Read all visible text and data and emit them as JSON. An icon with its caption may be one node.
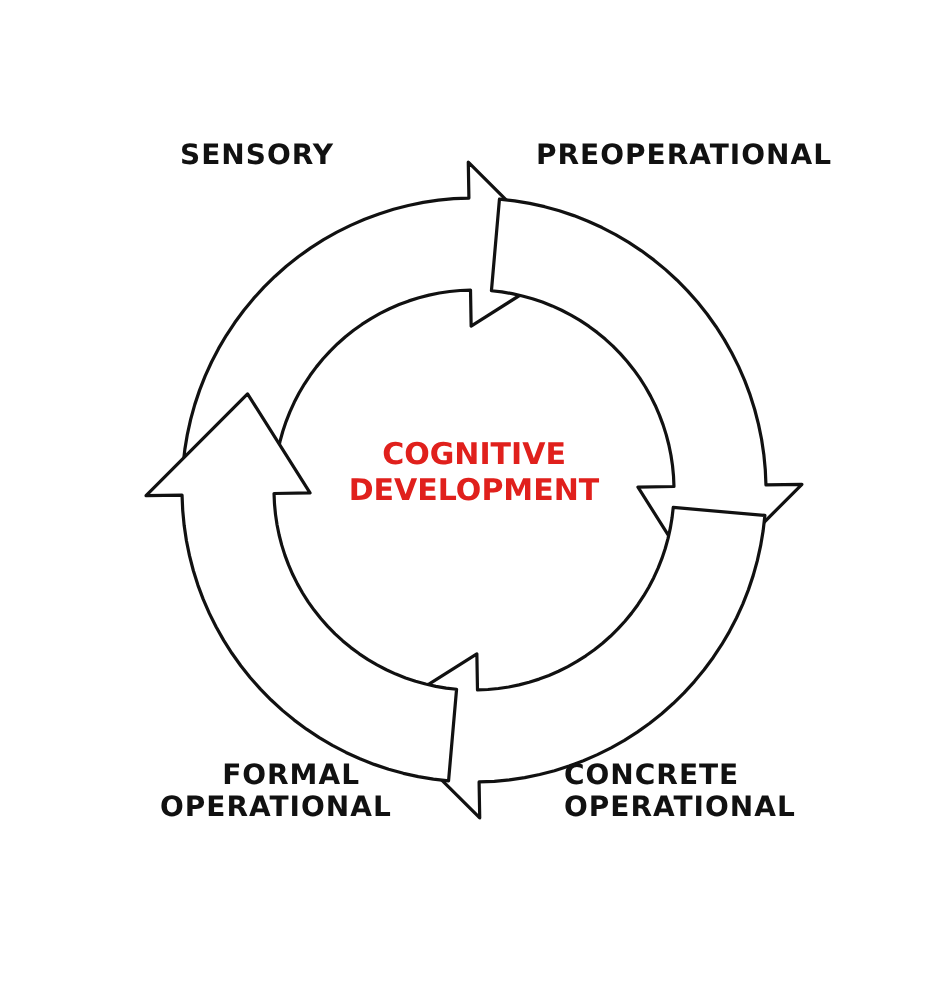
{
  "diagram": {
    "title": "COGNITIVE DEVELOPMENT",
    "labels": [
      "SENSORY",
      "PREOPERATIONAL",
      "FORMAL OPERATIONAL",
      "CONCRETE OPERATIONAL"
    ]
  }
}
